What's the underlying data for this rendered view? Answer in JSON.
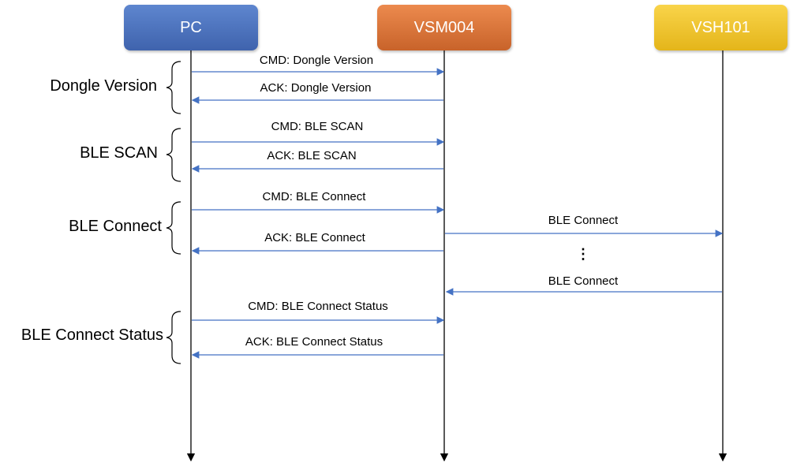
{
  "actors": {
    "pc": "PC",
    "vsm004": "VSM004",
    "vsh101": "VSH101"
  },
  "messages": [
    {
      "label": "CMD: Dongle Version",
      "from": "pc",
      "to": "vsm004"
    },
    {
      "label": "ACK: Dongle Version",
      "from": "vsm004",
      "to": "pc"
    },
    {
      "label": "CMD: BLE SCAN",
      "from": "pc",
      "to": "vsm004"
    },
    {
      "label": "ACK: BLE SCAN",
      "from": "vsm004",
      "to": "pc"
    },
    {
      "label": "CMD: BLE Connect",
      "from": "pc",
      "to": "vsm004"
    },
    {
      "label": "BLE Connect",
      "from": "vsm004",
      "to": "vsh101"
    },
    {
      "label": "ACK: BLE Connect",
      "from": "vsm004",
      "to": "pc"
    },
    {
      "label": "BLE Connect",
      "from": "vsh101",
      "to": "vsm004"
    },
    {
      "label": "CMD: BLE Connect Status",
      "from": "pc",
      "to": "vsm004"
    },
    {
      "label": "ACK: BLE Connect Status",
      "from": "vsm004",
      "to": "pc"
    }
  ],
  "groups": [
    {
      "label": "Dongle Version"
    },
    {
      "label": "BLE SCAN"
    },
    {
      "label": "BLE Connect"
    },
    {
      "label": "BLE Connect Status"
    }
  ],
  "ellipsis": "⋮",
  "colors": {
    "arrow": "#4472c4",
    "lifeline": "#000000",
    "pc": "#4a6fb8",
    "vsm004": "#d9733a",
    "vsh101": "#f0c232"
  }
}
